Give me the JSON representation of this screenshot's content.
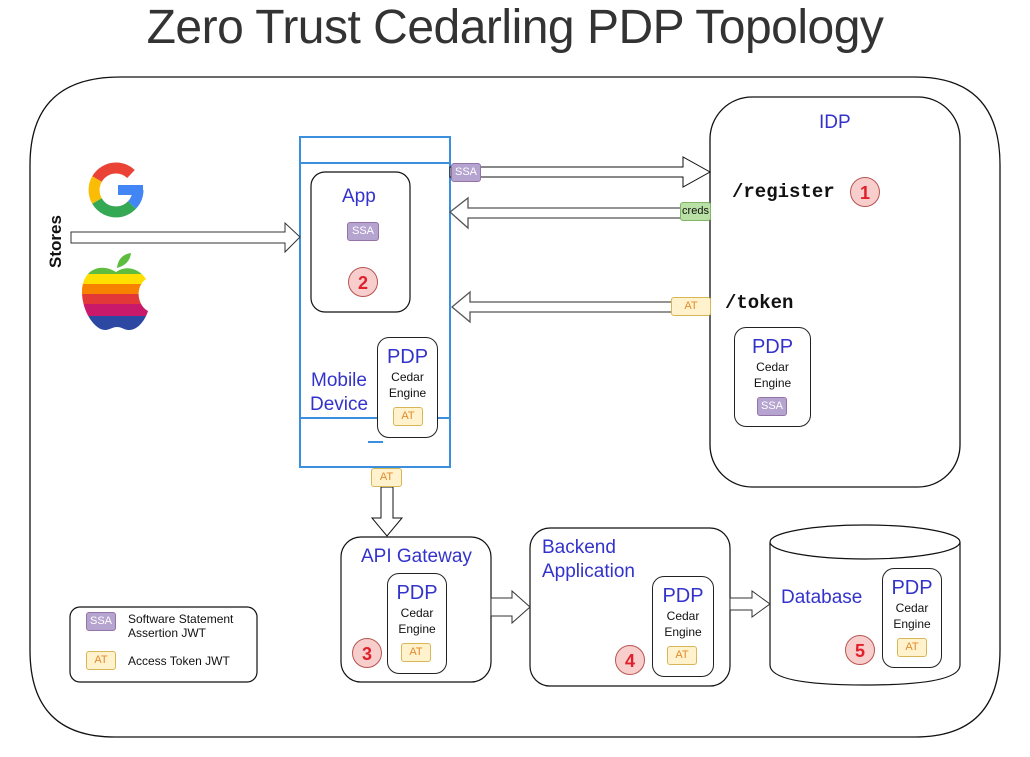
{
  "title": "Zero Trust Cedarling PDP Topology",
  "stores": {
    "label": "Stores",
    "icons": [
      "google-logo",
      "apple-logo"
    ]
  },
  "mobile_device": {
    "label_line1": "Mobile",
    "label_line2": "Device",
    "app": {
      "label": "App",
      "token": "SSA",
      "step": "2"
    },
    "pdp": {
      "title": "PDP",
      "engine_line1": "Cedar",
      "engine_line2": "Engine",
      "token": "AT"
    }
  },
  "flows": {
    "register_request_token": "SSA",
    "register_response_token": "creds",
    "token_response_token": "AT",
    "gateway_request_token": "AT"
  },
  "idp": {
    "label": "IDP",
    "register_endpoint": "/register",
    "register_step": "1",
    "token_endpoint": "/token",
    "pdp": {
      "title": "PDP",
      "engine_line1": "Cedar",
      "engine_line2": "Engine",
      "token": "SSA"
    }
  },
  "api_gateway": {
    "label": "API Gateway",
    "step": "3",
    "pdp": {
      "title": "PDP",
      "engine_line1": "Cedar",
      "engine_line2": "Engine",
      "token": "AT"
    }
  },
  "backend": {
    "label_line1": "Backend",
    "label_line2": "Application",
    "step": "4",
    "pdp": {
      "title": "PDP",
      "engine_line1": "Cedar",
      "engine_line2": "Engine",
      "token": "AT"
    }
  },
  "database": {
    "label": "Database",
    "step": "5",
    "pdp": {
      "title": "PDP",
      "engine_line1": "Cedar",
      "engine_line2": "Engine",
      "token": "AT"
    }
  },
  "legend": {
    "items": [
      {
        "token": "SSA",
        "line1": "Software Statement",
        "line2": "Assertion JWT"
      },
      {
        "token": "AT",
        "line1": "Access Token JWT",
        "line2": ""
      }
    ]
  },
  "colors": {
    "label_blue": "#3333cc",
    "mobile_border": "#3b8fde",
    "ssa_fill": "#b5a3d0",
    "at_fill": "#fff2cc",
    "creds_fill": "#b9e0a5",
    "step_fill": "#f8cecc",
    "step_text": "#e0202a"
  }
}
